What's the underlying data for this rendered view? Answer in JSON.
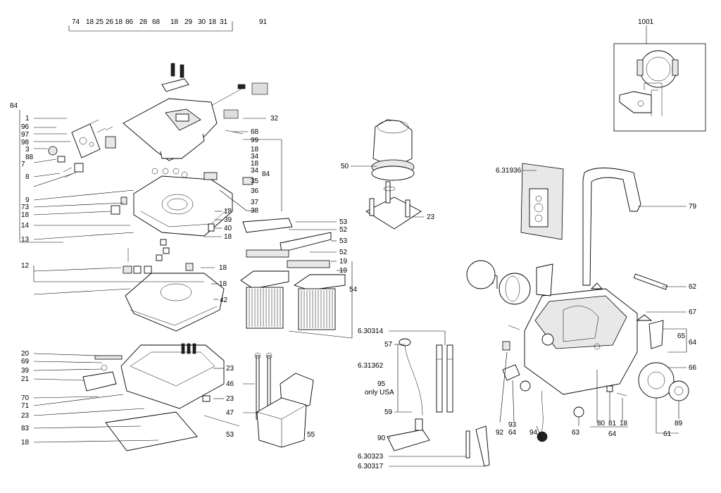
{
  "labels": {
    "top_row": [
      "74",
      "18",
      "25",
      "26",
      "18",
      "86",
      "28",
      "68",
      "18",
      "29",
      "30",
      "18",
      "31",
      "91",
      "1001"
    ],
    "left_col_1": [
      "84",
      "1",
      "96",
      "97",
      "98",
      "3",
      "88",
      "7",
      "8"
    ],
    "left_col_2": [
      "9",
      "73",
      "18",
      "14",
      "13"
    ],
    "mid_right_1": [
      "32",
      "68",
      "99",
      "18",
      "34",
      "18",
      "34",
      "35",
      "36",
      "37",
      "38",
      "84"
    ],
    "mid_right_2": [
      "18",
      "39",
      "40",
      "18"
    ],
    "filter_col": [
      "53",
      "52",
      "53",
      "52",
      "19",
      "19",
      "54"
    ],
    "motor": [
      "50",
      "23"
    ],
    "lower_left_1": [
      "12",
      "18",
      "18",
      "42"
    ],
    "lower_left_2": [
      "20",
      "69",
      "39",
      "21",
      "70",
      "71",
      "23",
      "83",
      "18"
    ],
    "lower_mid": [
      "23",
      "46",
      "23",
      "47",
      "53",
      "55"
    ],
    "accessories": [
      "6.30314",
      "57",
      "6.31362",
      "95",
      "only USA",
      "59",
      "90",
      "6.30323",
      "6.30317"
    ],
    "right_parts": [
      "6.31936",
      "79",
      "62",
      "67",
      "65",
      "64",
      "66",
      "92",
      "93",
      "64",
      "94",
      "63",
      "80",
      "81",
      "18",
      "89",
      "64",
      "61"
    ]
  }
}
